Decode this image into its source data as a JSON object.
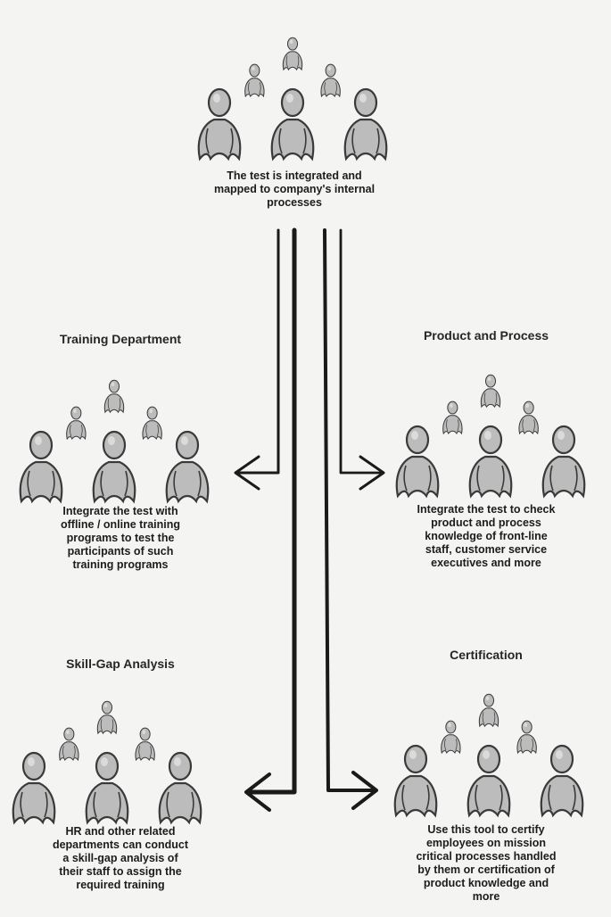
{
  "diagram": {
    "top": {
      "caption_lines": [
        "The test is integrated and",
        "mapped to company's internal",
        "processes"
      ]
    },
    "nodes": [
      {
        "id": "training-department",
        "title": "Training Department",
        "body_lines": [
          "Integrate the test with",
          "offline / online training",
          "programs to test the",
          "participants of such",
          "training programs"
        ]
      },
      {
        "id": "product-and-process",
        "title": "Product and Process",
        "body_lines": [
          "Integrate the test to check",
          "product and process",
          "knowledge of front-line",
          "staff, customer service",
          "executives and more"
        ]
      },
      {
        "id": "skill-gap-analysis",
        "title": "Skill-Gap Analysis",
        "body_lines": [
          "HR and other related",
          "departments can conduct",
          "a skill-gap analysis of",
          "their staff to assign the",
          "required training"
        ]
      },
      {
        "id": "certification",
        "title": "Certification",
        "body_lines": [
          "Use this tool to certify",
          "employees on mission",
          "critical processes handled",
          "by them or certification of",
          "product knowledge and",
          "more"
        ]
      }
    ],
    "icon": "person-group-icon",
    "colors": {
      "figure_fill": "#bcbcbc",
      "figure_stroke": "#3a3a3a",
      "line": "#1a1a1a",
      "background": "#f4f4f2"
    }
  }
}
